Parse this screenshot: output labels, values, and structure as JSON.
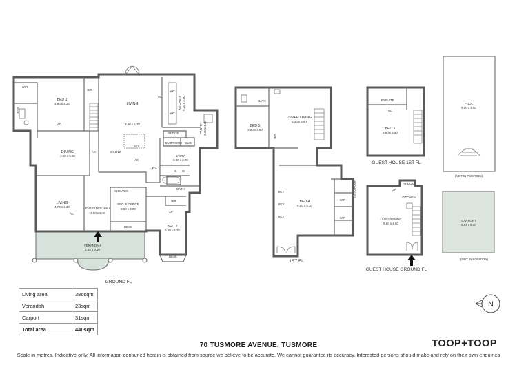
{
  "plans": {
    "ground": {
      "caption": "GROUND FL",
      "rooms": {
        "wir": "WIR",
        "ens": "ENS",
        "bir1": "BIR",
        "bed1": "BED 1",
        "bed1_dim": "4.60 x 4.20",
        "living_main": "LIVING",
        "living_main_dim": "8.80 x 5.70",
        "dining_label": "DINING",
        "sky": "SKY",
        "dw1": "DW",
        "dw2": "DW",
        "kitchen": "KITCHEN",
        "kitchen_dim": "5.30 x 3.00",
        "pantry": "PANTRY",
        "pantry_dim": "2.70 x 1.60",
        "fridge": "FRIDGE",
        "cub1": "CUB",
        "cub2": "CUB",
        "dining": "DINING",
        "dining_dim": "3.50 x 5.50",
        "lndry": "L'DRY",
        "lndry_dim": "2.40 x 2.70",
        "wc": "WC",
        "d": "D",
        "w": "W",
        "bath": "BATH",
        "shelves": "SHELVES",
        "bed3": "BED 3/ OFFICE",
        "bed3_dim": "3.60 x 3.00",
        "desk": "DESK",
        "bir2": "BIR",
        "bed2": "BED 2",
        "bed2_dim": "5.20 x 4.20",
        "desk2": "DESK",
        "living2": "LIVING",
        "living2_dim": "4.70 x 4.20",
        "hall": "ENTRANCE HALL",
        "hall_dim": "3.50 x 2.10",
        "verandah": "VERANDAH",
        "verandah_dim": "2.40 x 9.40",
        "ac": "AC"
      }
    },
    "first": {
      "caption": "1ST FL",
      "rooms": {
        "bath": "BATH",
        "bed5": "BED 5",
        "bed5_dim": "3.90 x 3.60",
        "upper_living": "UPPER LIVING",
        "upper_living_dim": "5.30 x 3.90",
        "bir": "BIR",
        "bed4": "BED 4",
        "bed4_dim": "6.90 x 5.30",
        "wir": "WIR",
        "sky": "SKY",
        "roof": "IN TO ROOF"
      }
    },
    "guest_upper": {
      "caption": "GUEST HOUSE 1ST FL",
      "rooms": {
        "ensuite": "ENSUITE",
        "bed1": "BED 1",
        "bed1_dim": "5.60 x 4.60"
      }
    },
    "guest_ground": {
      "caption": "GUEST HOUSE GROUND FL",
      "rooms": {
        "fridge": "FRIDGE",
        "kitchen": "KITCHEN",
        "living": "LIVING/DINING",
        "living_dim": "5.60 x 4.60"
      }
    },
    "pool": {
      "label": "POOL",
      "dim": "9.00 x 4.60",
      "note": "(NOT IN POSITION)"
    },
    "carport": {
      "label": "CARPORT",
      "dim": "5.60 x 5.60",
      "note": "(NOT IN POSITION)"
    }
  },
  "area_table": [
    {
      "label": "Living area",
      "value": "386sqm"
    },
    {
      "label": "Verandah",
      "value": "23sqm"
    },
    {
      "label": "Carport",
      "value": "31sqm"
    },
    {
      "label": "Total area",
      "value": "440sqm"
    }
  ],
  "compass": "N",
  "address": "70 TUSMORE AVENUE, TUSMORE",
  "brand": "TOOP+TOOP",
  "disclaimer": "Scale in metres. Indicative only. All information contained herein is obtained from source we believe to be accurate. We cannot guarantee its accuracy. Interested persons should make and rely on their own enquiries",
  "colors": {
    "wall": "#5a5a5a",
    "verandah": "#d8e2dc",
    "carport": "#dde5df"
  }
}
